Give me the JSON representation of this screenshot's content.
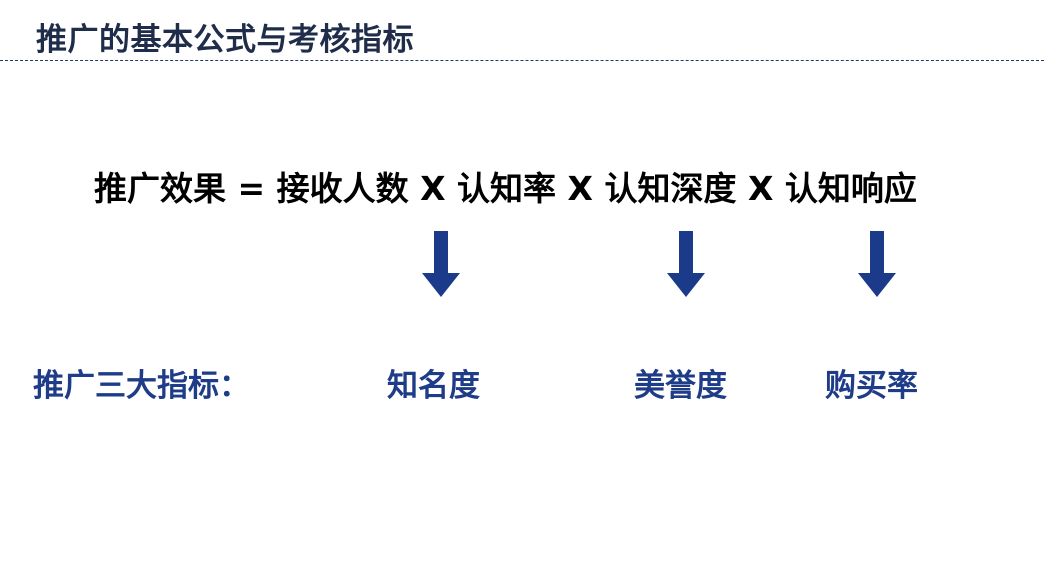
{
  "slide": {
    "title": "推广的基本公式与考核指标",
    "formula": "推广效果 = 接收人数 X 认知率 X 认知深度 X 认知响应",
    "metrics_label": "推广三大指标：",
    "metrics": [
      "知名度",
      "美誉度",
      "购买率"
    ],
    "colors": {
      "title": "#1f2d4a",
      "accent": "#1f3c88",
      "arrow": "#1b3a8a",
      "formula": "#000000"
    },
    "icons": {
      "arrow": "down-arrow-icon"
    }
  }
}
